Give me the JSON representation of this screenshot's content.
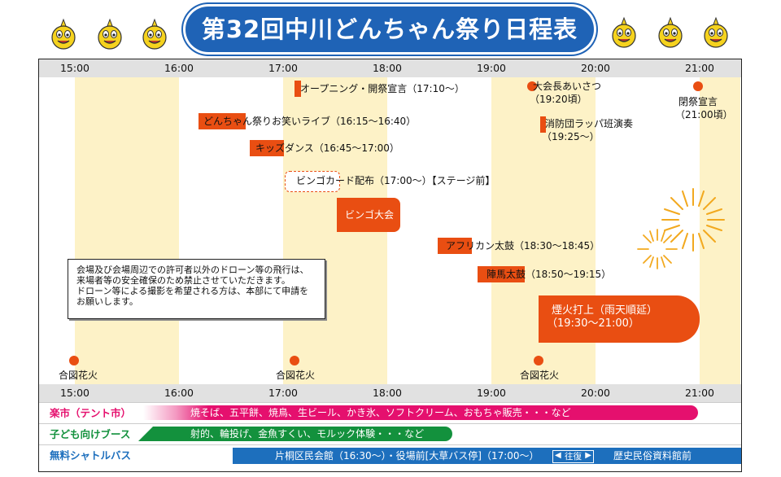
{
  "header": {
    "title": "第32回中川どんちゃん祭り日程表"
  },
  "time_ticks": [
    "15:00",
    "16:00",
    "17:00",
    "18:00",
    "19:00",
    "20:00",
    "21:00"
  ],
  "events": {
    "opening": "オープニング・開祭宣言（17:10～）",
    "owarai": "どんちゃん祭りお笑いライブ（16:15～16:40）",
    "kids_dance": "キッズダンス（16:45～17:00）",
    "bingo_card": "ビンゴカード配布（17:00～）【ステージ前】",
    "bingo": "ビンゴ大会（17:25～18:05）",
    "african": "アフリカン太鼓（18:30～18:45）",
    "jinba": "陣馬太鼓（18:50～19:15）",
    "fireworks_line1": "煙火打上（雨天順延）",
    "fireworks_line2": "（19:30～21:00）",
    "greeting_line1": "大会長あいさつ",
    "greeting_line2": "（19:20頃）",
    "rappa_line1": "消防団ラッパ班演奏",
    "rappa_line2": "（19:25～）",
    "closing_line1": "閉祭宣言",
    "closing_line2": "（21:00頃）"
  },
  "signal_fireworks": {
    "label": "合図花火"
  },
  "notice": {
    "line1": "会場及び会場周辺での許可者以外のドローン等の飛行は、",
    "line2": "来場者等の安全確保のため禁止させていただきます。",
    "line3": "ドローン等による撮影を希望される方は、本部にて申請を",
    "line4": "お願いします。"
  },
  "rows": {
    "rakuichi": {
      "label": "楽市（テント市）",
      "content": "焼そば、五平餅、焼鳥、生ビール、かき氷、ソフトクリーム、おもちゃ販売・・・など"
    },
    "kids": {
      "label": "子ども向けブース",
      "content": "射的、輪投げ、金魚すくい、モルック体験・・・など"
    },
    "bus": {
      "label": "無料シャトルバス",
      "content_left": "片桐区民会館（16:30～）・役場前[大草バス停]（17:00～）",
      "ofuku": "往復",
      "content_right": "歴史民俗資料館前"
    }
  },
  "colors": {
    "header_blue": "#1f63b6",
    "event_orange": "#e94e12",
    "band_yellow": "#fdf2c7",
    "rakuichi_pink": "#e5106e",
    "kids_green": "#13913d",
    "bus_blue": "#1d6fbd"
  }
}
